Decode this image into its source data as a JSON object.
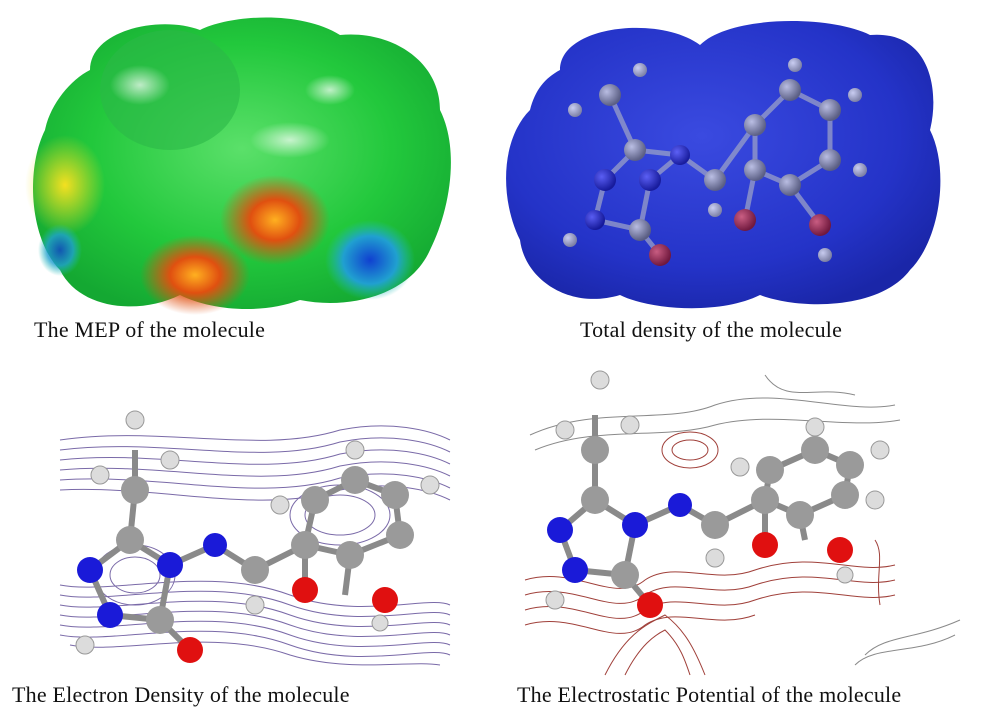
{
  "panels": [
    {
      "id": "mep",
      "caption": "The MEP of the molecule"
    },
    {
      "id": "total-density",
      "caption": "Total density of the molecule"
    },
    {
      "id": "electron-density",
      "caption": "The Electron Density of the molecule"
    },
    {
      "id": "electrostatic-potential",
      "caption": "The Electrostatic Potential of the molecule"
    }
  ],
  "colors": {
    "carbon": "#9a9a9a",
    "nitrogen": "#1a1ad8",
    "oxygen": "#e01010",
    "hydrogen": "#f2f2f2",
    "mep_surface_green": "#22c83c",
    "mep_negative": "#d83010",
    "mep_positive": "#1050d8",
    "total_density_blue": "#2433c8",
    "contour_purple": "#7a6aa8",
    "contour_red": "#a0403a"
  }
}
